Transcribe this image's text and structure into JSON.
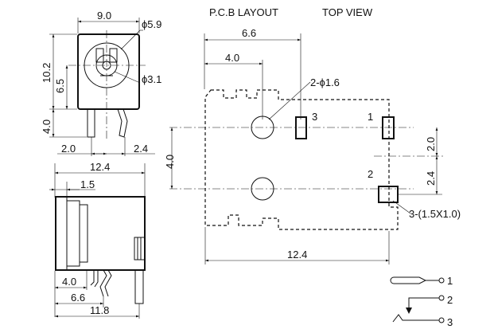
{
  "header": {
    "pcb_layout": "P.C.B LAYOUT",
    "top_view": "TOP VIEW"
  },
  "front_view": {
    "width": "9.0",
    "outer_diameter": "ϕ5.9",
    "inner_diameter": "ϕ3.1",
    "body_height": "10.2",
    "center_height": "6.5",
    "pin_length": "4.0",
    "pin_left": "2.0",
    "pin_right": "2.4"
  },
  "side_view": {
    "length": "12.4",
    "flange": "1.5",
    "pin_offset_a": "4.0",
    "pin_offset_b": "6.6",
    "pin_offset_c": "11.8"
  },
  "pcb": {
    "dim_overall": "6.6",
    "dim_hole_pitch": "4.0",
    "hole_label": "2-ϕ1.6",
    "hole_spacing": "4.0",
    "pad_spacing_top": "2.0",
    "pad_spacing_bottom": "2.4",
    "pad_label": "3-(1.5X1.0)",
    "length": "12.4",
    "pad_numbers": [
      "1",
      "2",
      "3"
    ]
  },
  "schematic": {
    "pins": [
      "1",
      "2",
      "3"
    ]
  }
}
